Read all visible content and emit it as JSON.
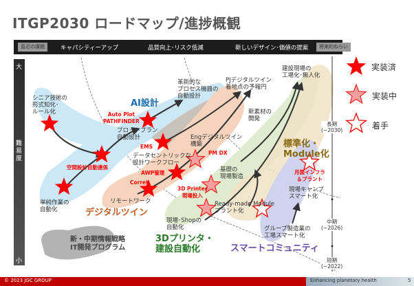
{
  "title": "ITGP2030 ロードマップ/進捗概観",
  "header": {
    "left_tag": "直近の課題",
    "right_tag": "将来的ねらい",
    "axis": [
      "キャパシティーアップ",
      "品質向上･リスク低減",
      "新しいデザイン･価値の提案"
    ]
  },
  "vertical_axis": {
    "top": "大",
    "label": "難易度",
    "bottom": "小"
  },
  "categories": {
    "ai": "AI設計",
    "digital_twin": "デジタルツイン",
    "printer": [
      "3Dプリンタ・",
      "建設自動化"
    ],
    "module": [
      "標準化・",
      "Module化"
    ],
    "smart": "スマートコミュニティ",
    "it": [
      "新・中期情報戦略",
      "IT開発プログラム"
    ]
  },
  "items": {
    "senior": [
      "シニア技術の",
      "形式知化･",
      "ルール化"
    ],
    "simple": [
      "単純作業の",
      "自動化"
    ],
    "process": [
      "革新的な",
      "プロセス機器の",
      "自動設計"
    ],
    "plot": [
      "プロットプラン",
      "自動設計"
    ],
    "pj": [
      "PJデジタルツイン",
      "着地点の予報円"
    ],
    "eng": [
      "Engデジタルツイン",
      "構築"
    ],
    "datacentric": [
      "データセントリックな",
      "設計ワークフロー"
    ],
    "remote": "リモートワーク",
    "material": [
      "新素材の",
      "開発"
    ],
    "site": [
      "建設現場の",
      "工場化･無人化"
    ],
    "foundation": [
      "基礎の",
      "現場製造"
    ],
    "shop": [
      "現場･Shopの",
      "自動化"
    ],
    "readymade": [
      "Ready-made Module",
      "プラント化"
    ],
    "camp": [
      "現場キャンプ",
      "スマート化"
    ],
    "group": [
      "グループ製造業の",
      "工場スマート化"
    ]
  },
  "projects": {
    "autoplot": [
      "Auto Plot",
      "PATHFINDER"
    ],
    "space": "空間設計自動連係",
    "ems": "EMS",
    "awp": "AWP管理",
    "corret": "Corret",
    "pmdx": "PM DX",
    "printer3d": [
      "3D Printer",
      "現場投入"
    ],
    "lunar": [
      "月面インフラ",
      "＆プラント"
    ]
  },
  "timeline": {
    "long": [
      "長期",
      "(~2030)"
    ],
    "mid": [
      "中期",
      "(~2026)"
    ],
    "short": [
      "短期",
      "(~2022)"
    ]
  },
  "legend": [
    {
      "label": "実装済",
      "style": "filled",
      "color": "#ff0000"
    },
    {
      "label": "実装中",
      "style": "light",
      "color": "#f4a0a0"
    },
    {
      "label": "着手",
      "style": "outline",
      "color": "#ff0000"
    }
  ],
  "footer": {
    "copyright": "© 2023 JGC GROUP",
    "slogan": "Enhancing planetary health",
    "page": "5"
  }
}
